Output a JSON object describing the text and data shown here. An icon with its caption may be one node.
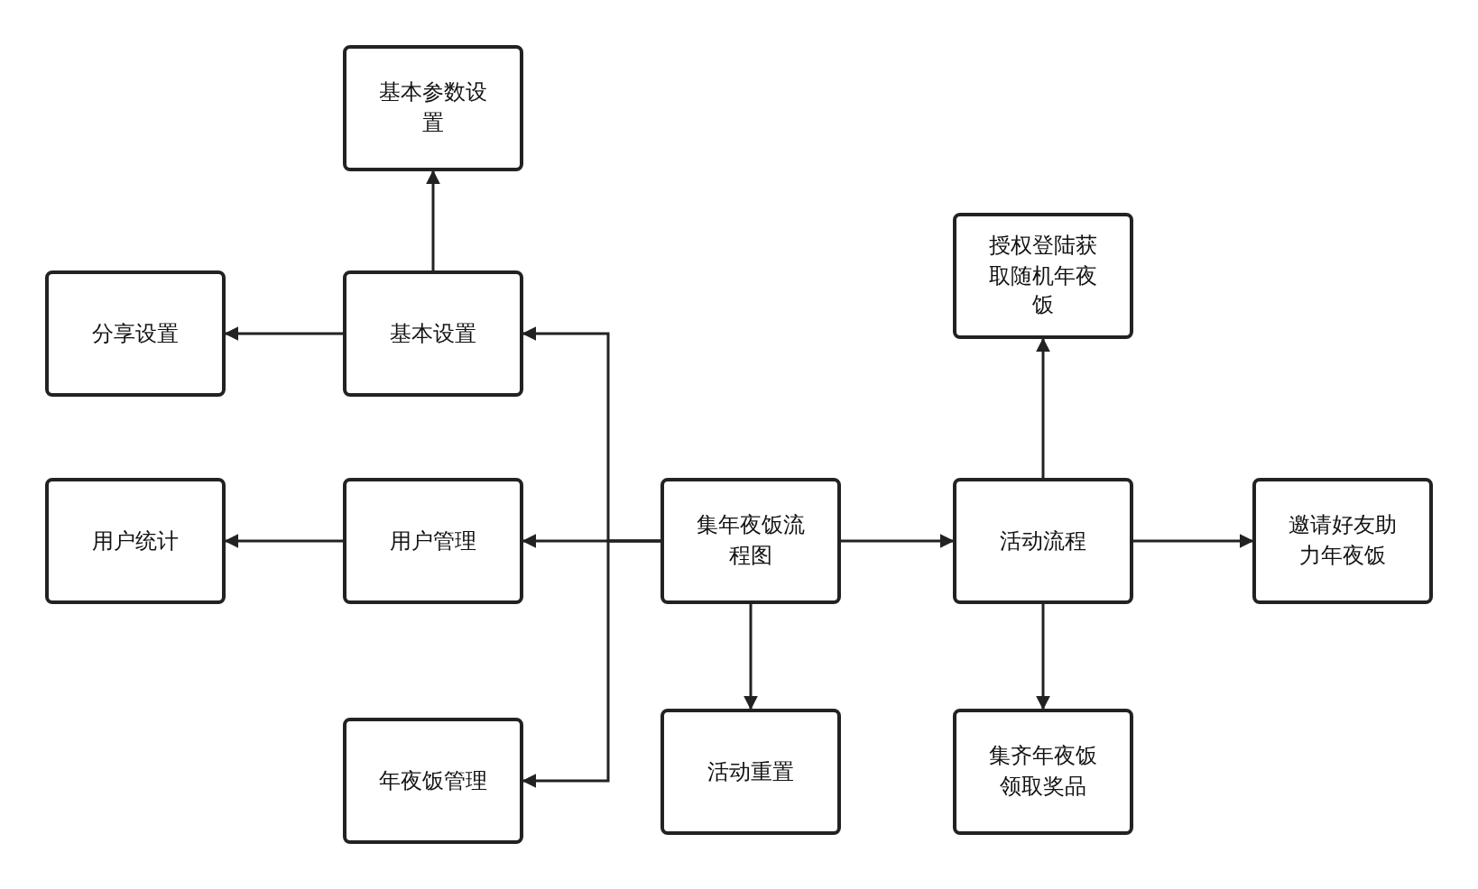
{
  "diagram": {
    "nodes": [
      {
        "text": [
          "基本参数设置"
        ]
      },
      {
        "text": [
          "分享设置"
        ]
      },
      {
        "text": [
          "基本设置"
        ]
      },
      {
        "text": [
          "授权登陆获取随机年夜饭"
        ]
      },
      {
        "text": [
          "用户统计"
        ]
      },
      {
        "text": [
          "用户管理"
        ]
      },
      {
        "text": [
          "集年夜饭流程图"
        ]
      },
      {
        "text": [
          "活动流程"
        ]
      },
      {
        "text": [
          "邀请好友助力年夜饭"
        ]
      },
      {
        "text": [
          "年夜饭管理"
        ]
      },
      {
        "text": [
          "活动重置"
        ]
      },
      {
        "text": [
          "集齐年夜饭领取奖品"
        ]
      }
    ],
    "edges": [
      {
        "from": 2,
        "to": 0,
        "arrow": "to"
      },
      {
        "from": 2,
        "to": 1,
        "arrow": "to"
      },
      {
        "from": 5,
        "to": 4,
        "arrow": "to"
      },
      {
        "from": 6,
        "to": 2,
        "arrow": "to"
      },
      {
        "from": 6,
        "to": 5,
        "arrow": "to"
      },
      {
        "from": 6,
        "to": 9,
        "arrow": "to"
      },
      {
        "from": 6,
        "to": 7,
        "arrow": "to"
      },
      {
        "from": 6,
        "to": 10,
        "arrow": "to"
      },
      {
        "from": 7,
        "to": 3,
        "arrow": "to"
      },
      {
        "from": 7,
        "to": 8,
        "arrow": "to"
      },
      {
        "from": 7,
        "to": 11,
        "arrow": "to"
      }
    ]
  }
}
